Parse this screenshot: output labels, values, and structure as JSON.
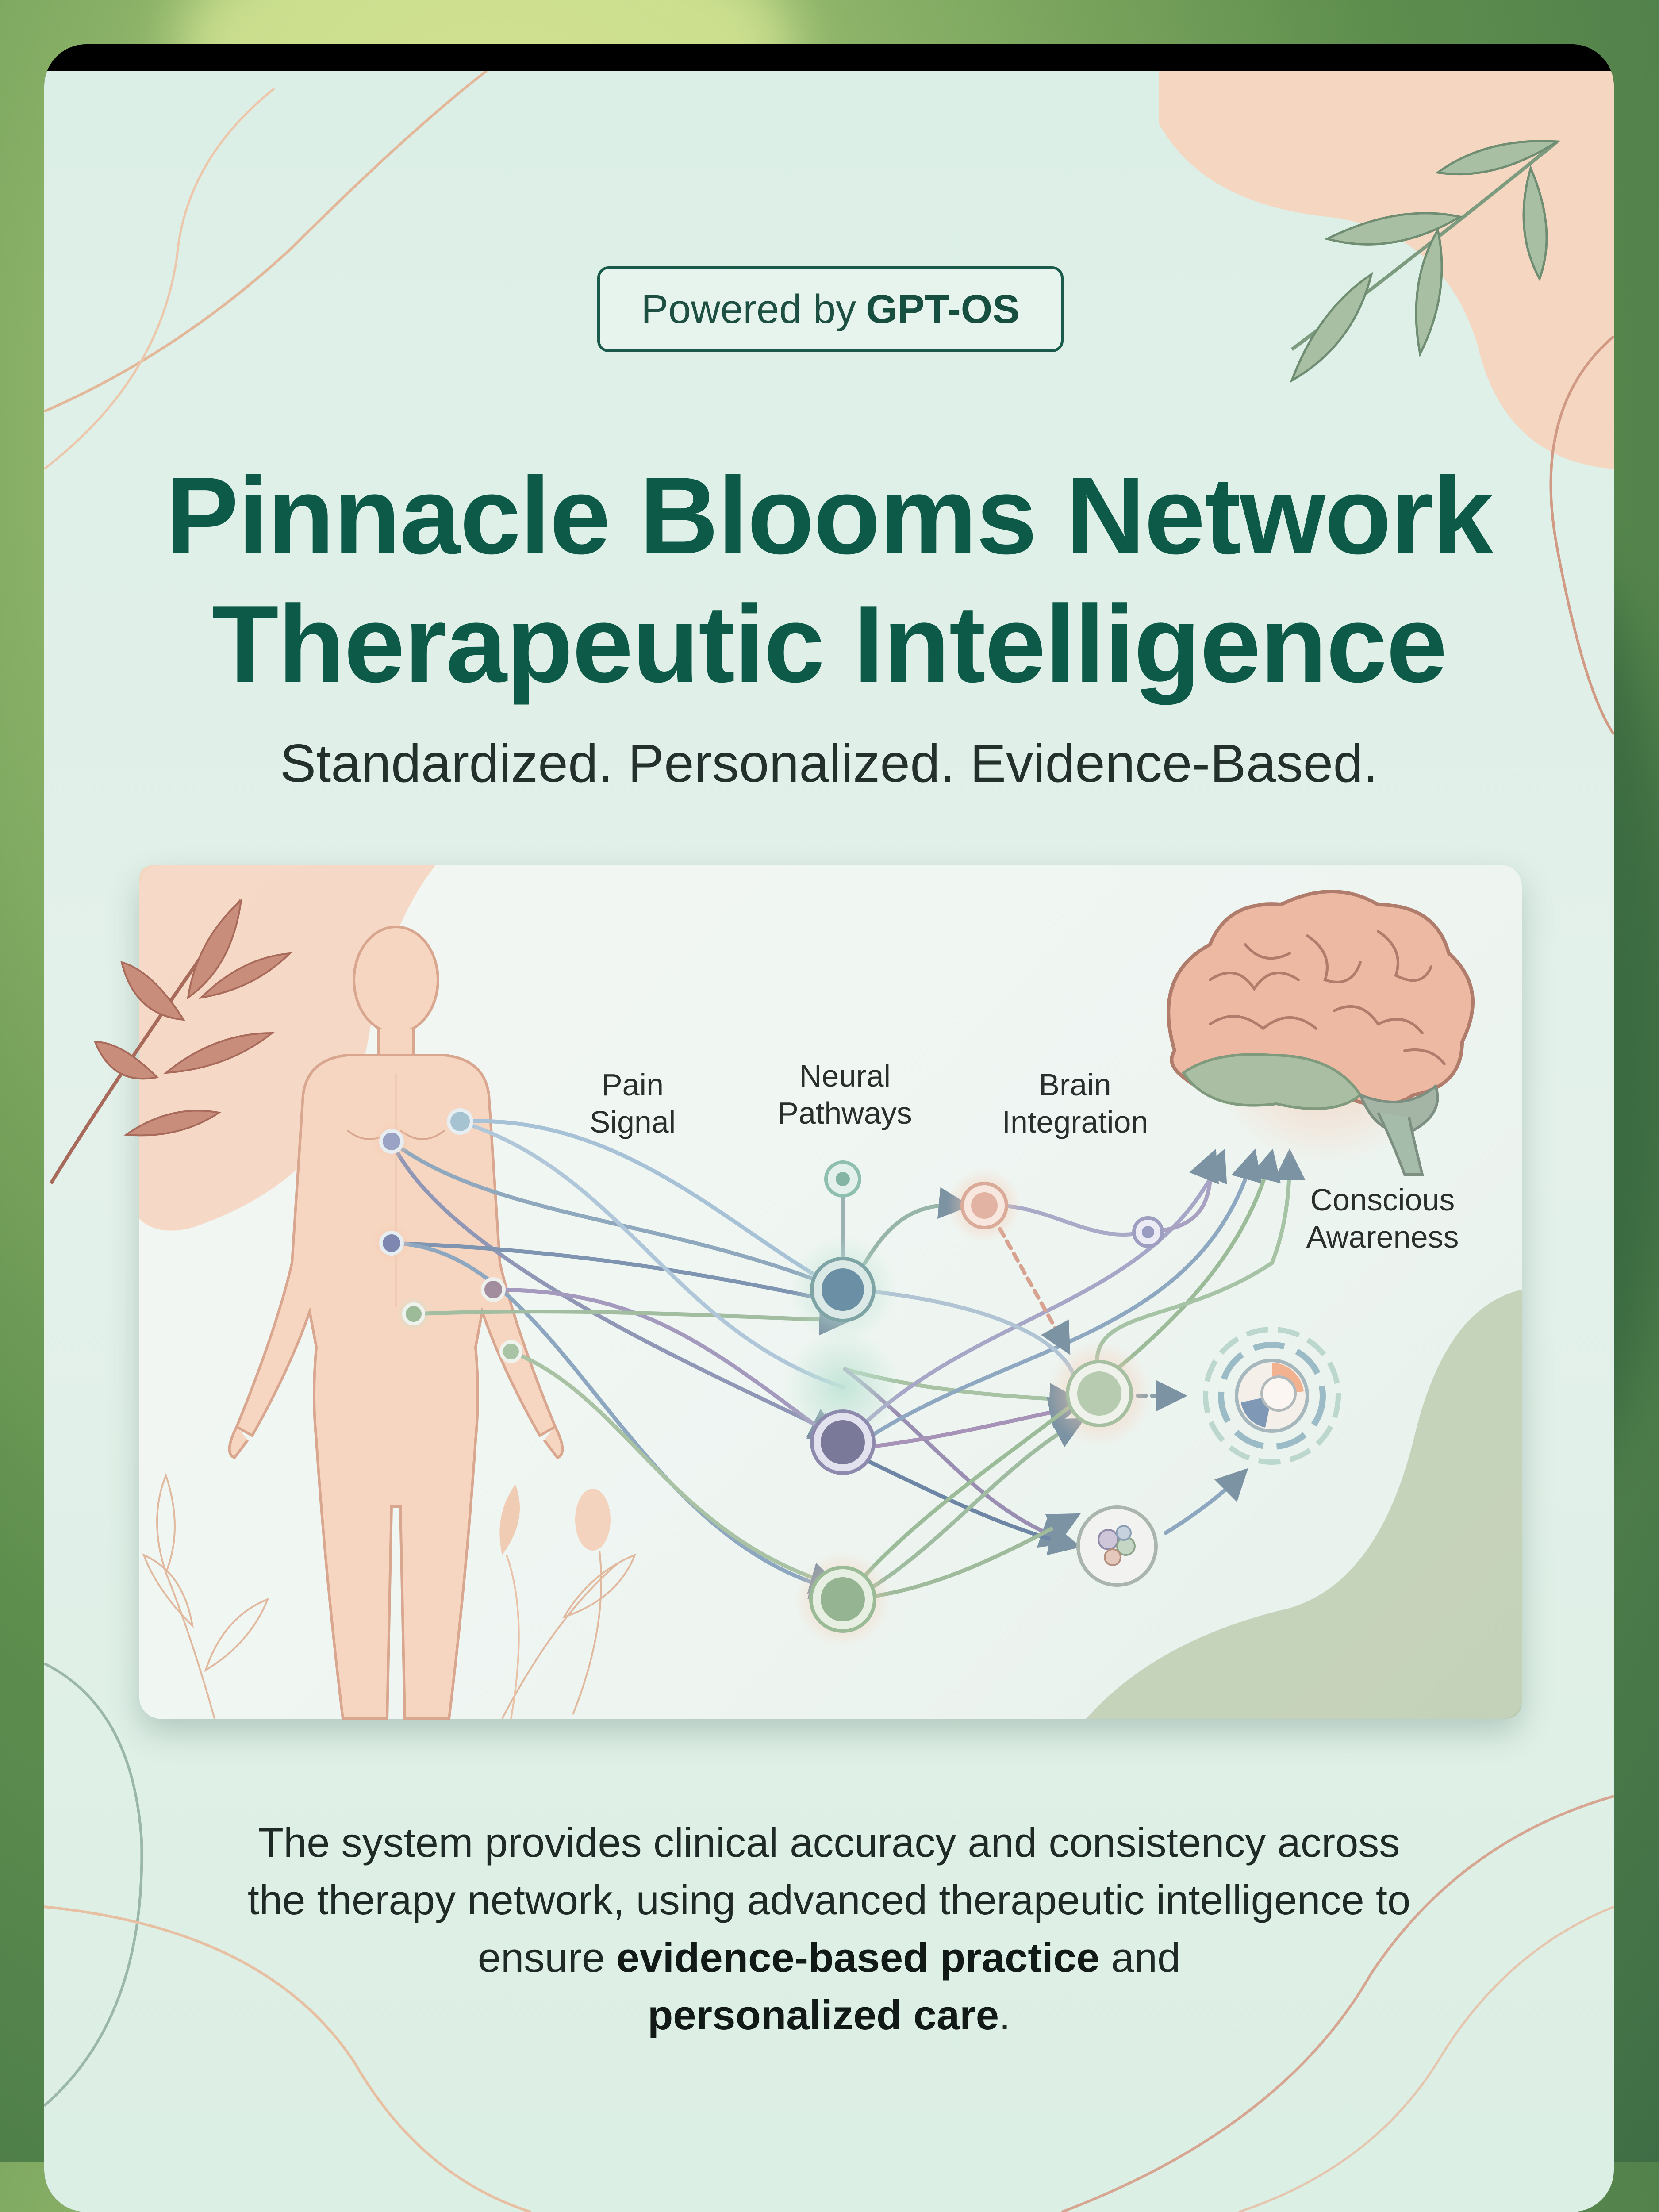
{
  "badge": {
    "prefix": "Powered by",
    "brand": "GPT-OS"
  },
  "title": {
    "line1": "Pinnacle Blooms Network",
    "line2": "Therapeutic Intelligence"
  },
  "tagline": "Standardized. Personalized. Evidence-Based.",
  "diagram": {
    "labels": {
      "pain": [
        "Pain",
        "Signal"
      ],
      "neural": [
        "Neural",
        "Pathways"
      ],
      "brain": [
        "Brain",
        "Integration"
      ],
      "conscious": [
        "Conscious",
        "Awareness"
      ]
    }
  },
  "description": {
    "part1": "The system provides clinical accuracy and consistency across the therapy network, using advanced therapeutic intelligence to ensure",
    "bold1": "evidence-based practice",
    "part2": "and",
    "bold2": "personalized care",
    "part3": "."
  },
  "colors": {
    "title": "#0c5a47",
    "badge_border": "#1a5a4a",
    "accent_peach": "#f3c9b4",
    "accent_sage": "#9fb99a"
  }
}
